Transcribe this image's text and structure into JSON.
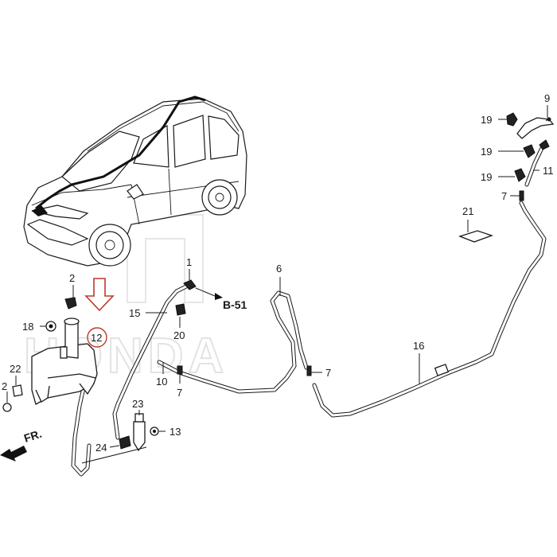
{
  "watermark_text": "HONDA",
  "colors": {
    "line": "#1a1a1a",
    "highlight": "#c0392b",
    "watermark": "#e3e3e3"
  },
  "callouts": {
    "p1": "1",
    "p2": "2",
    "p2b": "2",
    "p6": "6",
    "p7a": "7",
    "p7b": "7",
    "p7c": "7",
    "p9": "9",
    "p10": "10",
    "p11": "11",
    "p12": "12",
    "p13": "13",
    "p15": "15",
    "p16": "16",
    "p18": "18",
    "p19a": "19",
    "p19b": "19",
    "p19c": "19",
    "p20": "20",
    "p21": "21",
    "p22": "22",
    "p23": "23",
    "p24": "24"
  },
  "reference_label": "B-51",
  "front_label": "FR.",
  "icons": {
    "highlight_arrow": "down-arrow-outline-icon",
    "front_direction": "front-arrow-icon"
  }
}
